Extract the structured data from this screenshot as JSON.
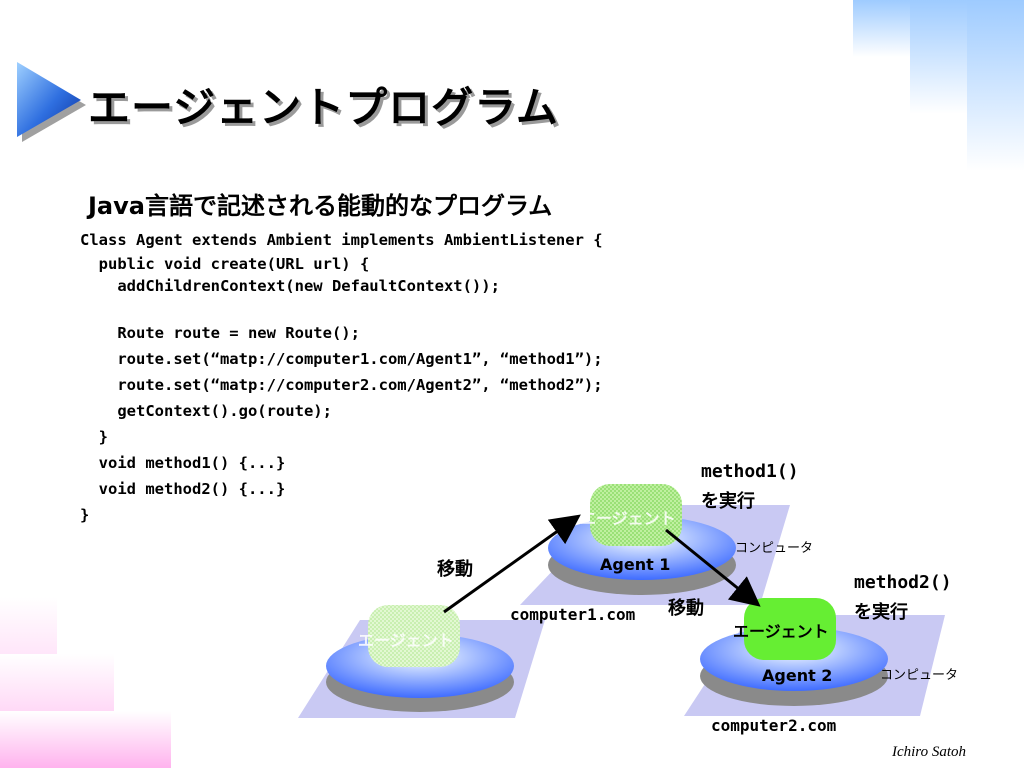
{
  "slide": {
    "title": "エージェントプログラム",
    "subtitle": "Java言語で記述される能動的なプログラム",
    "author": "Ichiro Satoh"
  },
  "code_lines": [
    "Class Agent extends Ambient implements AmbientListener {",
    "  public void create(URL url) {",
    "    addChildrenContext(new DefaultContext());",
    "    Route route = new Route();",
    "    route.set(“matp://computer1.com/Agent1”, “method1”);",
    "    route.set(“matp://computer2.com/Agent2”, “method2”);",
    "    getContext().go(route);",
    "  }",
    "  void method1() {...}",
    "  void method2() {...}",
    "}"
  ],
  "diagram": {
    "agent_label": "エージェント",
    "move_label": "移動",
    "computer_label": "コンピュータ",
    "agent1_name": "Agent 1",
    "agent2_name": "Agent 2",
    "host1": "computer1.com",
    "host2": "computer2.com",
    "method1_call": "method1()",
    "method2_call": "method2()",
    "execute_label": "を実行"
  },
  "colors": {
    "accent_blue": "#1a56c8",
    "agent_active": "#66ee33",
    "agent_faded": "#c6f2a6",
    "platform_blue": "#6f9cff",
    "platform_shadow": "#8a8a8a",
    "base_lilac": "#c9c9f3"
  }
}
